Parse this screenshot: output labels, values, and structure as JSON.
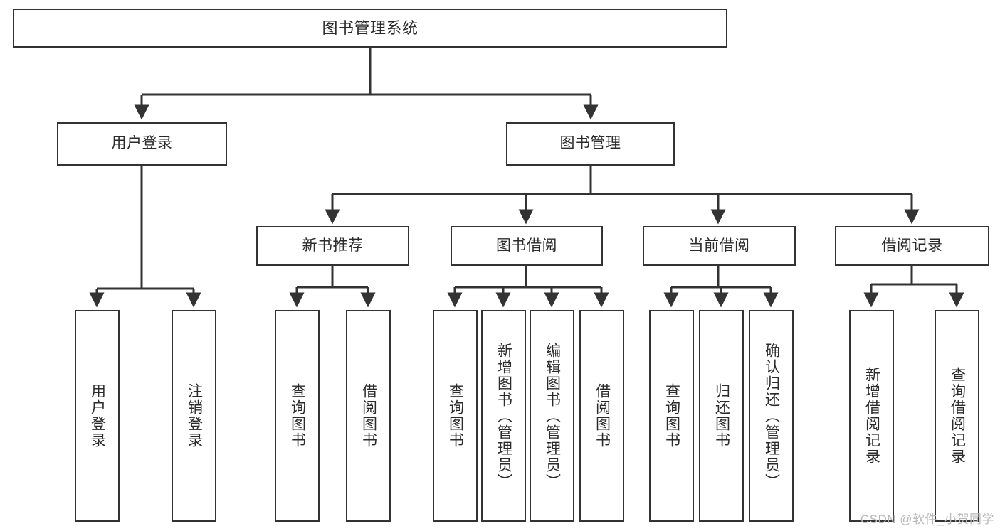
{
  "diagram": {
    "title": "图书管理系统",
    "watermark": "CSDN @软件_小贺同学",
    "stroke_color": "#333333",
    "text_color": "#2b2b2b",
    "background_color": "#ffffff",
    "nodes": {
      "root": "图书管理系统",
      "level2": {
        "user_login": "用户登录",
        "book_manage": "图书管理"
      },
      "level3": {
        "new_book_recommend": "新书推荐",
        "book_borrow": "图书借阅",
        "current_borrow": "当前借阅",
        "borrow_record": "借阅记录"
      },
      "leaves": {
        "user_login_1": "用户登录",
        "user_login_2": "注销登录",
        "new_book_1": "查询图书",
        "new_book_2": "借阅图书",
        "book_borrow_1": "查询图书",
        "book_borrow_2": "新增图书（管理员）",
        "book_borrow_3": "编辑图书（管理员）",
        "book_borrow_4": "借阅图书",
        "current_borrow_1": "查询图书",
        "current_borrow_2": "归还图书",
        "current_borrow_3": "确认归还（管理员）",
        "borrow_record_1": "新增借阅记录",
        "borrow_record_2": "查询借阅记录"
      }
    }
  }
}
